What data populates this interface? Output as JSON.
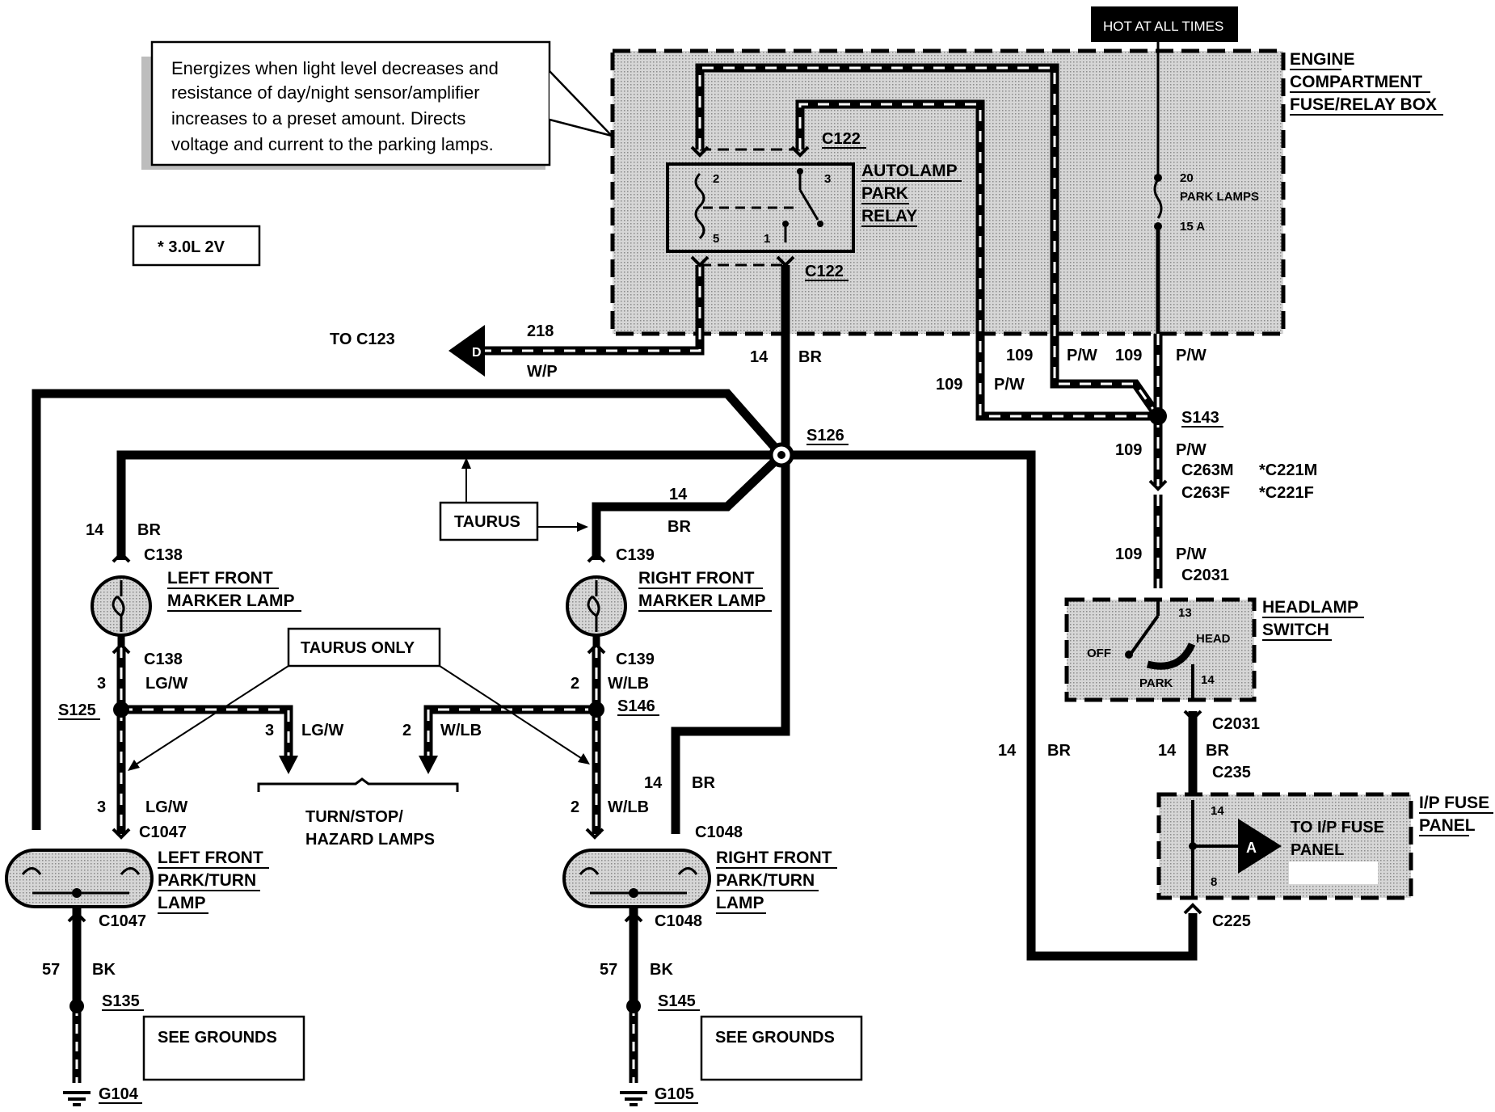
{
  "hot_label": "HOT AT ALL TIMES",
  "callout": [
    "Energizes when light level decreases and",
    "resistance of day/night sensor/amplifier",
    "increases to a preset amount.  Directs",
    "voltage and current to the parking lamps."
  ],
  "engine_note": "* 3.0L 2V",
  "fuse_box": [
    "ENGINE",
    "COMPARTMENT",
    "FUSE/RELAY BOX"
  ],
  "relay": {
    "name": [
      "AUTOLAMP",
      "PARK",
      "RELAY"
    ],
    "connector_top": "C122",
    "connector_bottom": "C122",
    "pins": [
      "2",
      "3",
      "5",
      "1"
    ]
  },
  "fuse": {
    "number": "20",
    "name": "PARK LAMPS",
    "rating": "15 A"
  },
  "to_c123": "TO C123",
  "connector_d": "D",
  "circuit_218": {
    "num": "218",
    "color": "W/P"
  },
  "c109_labels": [
    {
      "num": "109",
      "color": "P/W"
    },
    {
      "num": "109",
      "color": "P/W"
    },
    {
      "num": "109",
      "color": "P/W"
    },
    {
      "num": "109",
      "color": "P/W"
    },
    {
      "num": "109",
      "color": "P/W"
    }
  ],
  "c14_labels": [
    {
      "num": "14",
      "color": "BR"
    },
    {
      "num": "14",
      "color": "BR"
    },
    {
      "num": "14",
      "color": "BR"
    },
    {
      "num": "14",
      "color": "BR"
    },
    {
      "num": "14",
      "color": "BR"
    },
    {
      "num": "14",
      "color": "BR"
    }
  ],
  "splices": {
    "s126": "S126",
    "s143": "S143",
    "s125": "S125",
    "s146": "S146",
    "s135": "S135",
    "s145": "S145"
  },
  "connectors": {
    "c263m": "C263M",
    "c263f": "C263F",
    "c221m": "*C221M",
    "c221f": "*C221F",
    "c2031_a": "C2031",
    "c2031_b": "C2031",
    "c235": "C235",
    "c225": "C225",
    "c138_a": "C138",
    "c138_b": "C138",
    "c139_a": "C139",
    "c139_b": "C139",
    "c1047_a": "C1047",
    "c1047_b": "C1047",
    "c1048_a": "C1048",
    "c1048_b": "C1048"
  },
  "headlamp_switch": {
    "name": [
      "HEADLAMP",
      "SWITCH"
    ],
    "pin_top": "13",
    "pin_bottom": "14",
    "off": "OFF",
    "head": "HEAD",
    "park": "PARK"
  },
  "ip_fuse_panel": {
    "name": [
      "I/P FUSE",
      "PANEL"
    ],
    "inner": [
      "TO I/P FUSE",
      "PANEL"
    ],
    "connector": "A",
    "pin_top": "14",
    "pin_bottom": "8"
  },
  "taurus": "TAURUS",
  "taurus_only": "TAURUS ONLY",
  "lamps": {
    "left_marker": [
      "LEFT FRONT",
      "MARKER LAMP"
    ],
    "right_marker": [
      "RIGHT FRONT",
      "MARKER LAMP"
    ],
    "left_park": [
      "LEFT FRONT",
      "PARK/TURN",
      "LAMP"
    ],
    "right_park": [
      "RIGHT FRONT",
      "PARK/TURN",
      "LAMP"
    ]
  },
  "lgw_labels": [
    {
      "num": "3",
      "color": "LG/W"
    },
    {
      "num": "3",
      "color": "LG/W"
    },
    {
      "num": "3",
      "color": "LG/W"
    }
  ],
  "wlb_labels": [
    {
      "num": "2",
      "color": "W/LB"
    },
    {
      "num": "2",
      "color": "W/LB"
    },
    {
      "num": "2",
      "color": "W/LB"
    }
  ],
  "turn_stop": [
    "TURN/STOP/",
    "HAZARD LAMPS"
  ],
  "ground_wire": [
    {
      "num": "57",
      "color": "BK"
    },
    {
      "num": "57",
      "color": "BK"
    }
  ],
  "see_grounds": [
    "SEE GROUNDS",
    "SEE GROUNDS"
  ],
  "grounds": [
    "G104",
    "G105"
  ]
}
